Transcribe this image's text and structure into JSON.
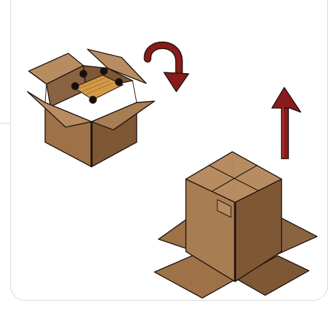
{
  "diagram": {
    "steps": [
      {
        "id": "open-box",
        "description_visible": false
      },
      {
        "id": "closed-box-flaps-out",
        "description_visible": false
      }
    ],
    "arrows": [
      {
        "name": "rotate-arrow",
        "direction": "down-curve"
      },
      {
        "name": "up-arrow",
        "direction": "up"
      }
    ]
  },
  "colors": {
    "cardboard_light": "#b88c61",
    "cardboard_mid": "#9e7147",
    "cardboard_dark": "#7e5735",
    "cardboard_inside": "#8a6440",
    "outline": "#1e1410",
    "arrow": "#8b1a1a",
    "arrow_highlight": "#c04040",
    "wood": "#d29a46",
    "panel_border": "#d9d9d9"
  },
  "icons": [
    "rotate-arrow-icon",
    "up-arrow-icon"
  ]
}
